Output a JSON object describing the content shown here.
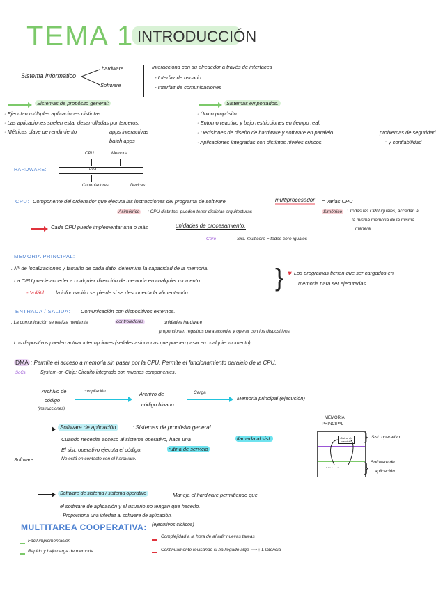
{
  "title": {
    "tema": "TEMA 1",
    "intro": "INTRODUCCIÓN"
  },
  "sistema": {
    "label": "Sistema informático",
    "hardware": "hardware",
    "software": "Software",
    "interacciona": "Interacciona con su alrededor a través de interfaces",
    "i1": "- Interfaz de usuario",
    "i2": "- Interfaz de comunicaciones"
  },
  "general": {
    "heading": "Sistemas de propósito general:",
    "items": [
      "· Ejecutan múltiples aplicaciones distintas",
      "· Las aplicaciones suelen estar desarrolladas por terceros.",
      "· Métricas clave de rendimiento"
    ],
    "apps1": "apps interactivas",
    "apps2": "batch apps"
  },
  "empotrados": {
    "heading": "Sistemas empotrados.",
    "items": [
      "· Único propósito.",
      "· Entorno reactivo y bajo restricciones en tiempo real.",
      "· Decisiones de diseño de hardware y software en paralelo.",
      "· Aplicaciones integradas con distintos niveles críticos."
    ],
    "prob": "problemas de seguridad",
    "conf": "\"   y confiabilidad"
  },
  "hw": {
    "label": "HARDWARE:",
    "cpu": "CPU",
    "memoria": "Memoria",
    "bus": "BUS",
    "controladores": "Controladores",
    "devices": "Devices"
  },
  "cpu": {
    "label": "CPU:",
    "text": "Componente del ordenador que ejecuta las instrucciones del programa de software.",
    "multi": "multiprocesador",
    "varias": "= varias CPU",
    "asim": "Asimétrico",
    "asim_text": ": CPU distintas, pueden tener distintas arquitecturas",
    "sim": "Simétrico",
    "sim_text": ": Todas las CPU iguales, accedan a",
    "sim2": "la misma memoria de la misma",
    "sim3": "manera.",
    "cada": "Cada CPU puede implementar una o más",
    "unidades": "unidades de procesamiento.",
    "core": "Core",
    "multicore": "Sist. multicore = todas core iguales"
  },
  "memoria": {
    "heading": "MEMORIA PRINCIPAL:",
    "items": [
      ". Nº de localizaciones y tamaño de cada dato, determina la capacidad de la memoria.",
      ". La CPU puede acceder a cualquier dirección de memoria en cualquier momento."
    ],
    "volatil": "- Volátil",
    "volatil_text": ": la información se pierde si se desconecta la alimentación.",
    "nota1": "Los programas tienen que ser cargados en",
    "nota2": "memoria para ser ejecutadas"
  },
  "es": {
    "heading": "ENTRADA / SALIDA:",
    "text": "Comunicación con dispositivos externos.",
    "b1": ". La comunicación se realiza mediante",
    "controladores": "controladores",
    "unidades": "unidades hardware",
    "proporcionan": "proporcionan registros para acceder y operar con los dispositivos",
    "b2": ". Los dispositivos pueden activar interrupciones (señales asíncronas que pueden pasar en cualquier momento)."
  },
  "dma": {
    "label": "DMA",
    "text": ": Permite el acceso a memoria sin pasar por la CPU. Permite el funcionamiento paralelo de la CPU.",
    "socs": "SoCs",
    "socs_text": "System-on-Chip: Circuito integrado con muchos componentes."
  },
  "flow": {
    "a1": "Archivo de",
    "a2": "código",
    "a3": "(instrucciones)",
    "comp": "compilación",
    "b1": "Archivo de",
    "b2": "código binario",
    "carga": "Carga",
    "mem": "Memoria principal (ejecución)"
  },
  "software": {
    "label": "Software",
    "app": "Software de aplicación",
    "app_text": ": Sistemas de propósito general.",
    "l1": "Cuando necesita acceso al sistema operativo, hace una",
    "llamada": "llamada al sist.",
    "l2": "El sist. operativo ejecuta el código:",
    "rutina": "rutina de servicio",
    "l3": "No está en contacto con el hardware.",
    "sys": "Software de sistema / sistema operativo",
    "sys_text": "Maneja el hardware permitiendo que",
    "s2": "el software de aplicación y el usuario no tengan que hacerlo.",
    "s3": "· Proporciona una interfaz al software de aplicación."
  },
  "membox": {
    "title1": "MEMORIA",
    "title2": "PRINCIPAL",
    "rutina": "Rutina de servicio",
    "so": "Sist. operativo",
    "app1": "Software de",
    "app2": "aplicación",
    "dots": ". . . ,  . . ."
  },
  "multi": {
    "heading": "MULTITAREA COOPERATIVA:",
    "sub": "(ejecutivos cíclicos)",
    "pros": [
      "Fácil implementación",
      "Rápido y bajo carga de memoria"
    ],
    "cons": [
      "Complejidad a la hora de añadir nuevas tareas",
      "Continuamente revisando si ha llegado algo ⟶ ↑ L latencia"
    ]
  },
  "colors": {
    "green": "#7cc96a",
    "blue": "#4a7fd0",
    "red": "#e0323c",
    "cyan": "#22c3dd",
    "purple": "#9a55d6"
  }
}
